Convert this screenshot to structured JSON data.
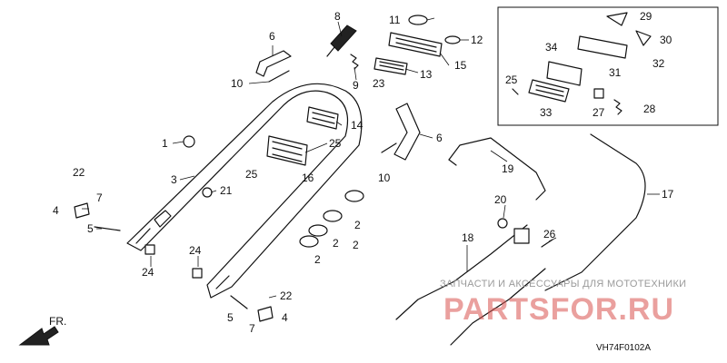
{
  "callouts": {
    "c8": "8",
    "c11": "11",
    "c29": "29",
    "c6a": "6",
    "c12": "12",
    "c30": "30",
    "c34": "34",
    "c10a": "10",
    "c9": "9",
    "c23": "23",
    "c13": "13",
    "c15": "15",
    "c31": "31",
    "c32": "32",
    "c25a": "25",
    "c33": "33",
    "c27": "27",
    "c28": "28",
    "c14": "14",
    "c1": "1",
    "c25b": "25",
    "c6b": "6",
    "c3": "3",
    "c10b": "10",
    "c19": "19",
    "c16": "16",
    "c25c": "25",
    "c22a": "22",
    "c21": "21",
    "c7a": "7",
    "c4a": "4",
    "c17": "17",
    "c5a": "5",
    "c20": "20",
    "c2a": "2",
    "c2b": "2",
    "c26": "26",
    "c2c": "2",
    "c24a": "24",
    "c2d": "2",
    "c18": "18",
    "c24b": "24",
    "c22b": "22",
    "c5b": "5",
    "c4b": "4",
    "c7b": "7"
  },
  "watermark": {
    "text": "ЗАПЧАСТИ И АКСЕССУАРЫ ДЛЯ МОТОТЕХНИКИ",
    "logo": "PARTSFOR.RU"
  },
  "direction_label": "FR.",
  "diagram_code": "VH74F0102A"
}
